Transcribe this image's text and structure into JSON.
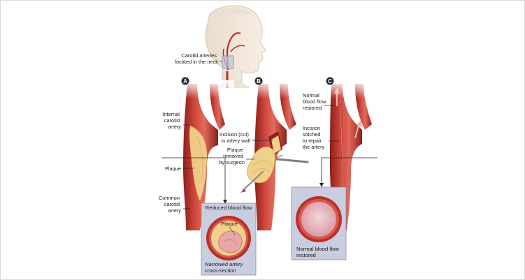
{
  "labels": {
    "carotid_location": [
      "Carotid arteries",
      "located in the neck"
    ],
    "internal_carotid": [
      "Internal",
      "carotid",
      "artery"
    ],
    "plaque": "Plaque",
    "common_carotid": [
      "Common",
      "carotid",
      "artery"
    ],
    "incision": [
      "Incision (cut)",
      "in artery wall"
    ],
    "plaque_removed": [
      "Plaque",
      "removed",
      "by surgeon"
    ],
    "normal_flow_restored": [
      "Normal",
      "blood flow",
      "restored"
    ],
    "incision_stitched": [
      "Incision",
      "stitched",
      "to repair",
      "the artery"
    ]
  },
  "badges": [
    "A",
    "B",
    "C"
  ],
  "panel_a": {
    "title": "Reduced blood flow",
    "inner_label": "Plaque",
    "caption": [
      "Narrowed artery",
      "cross-section"
    ]
  },
  "panel_c": {
    "caption": [
      "Normal blood flow",
      "restored"
    ]
  },
  "colors": {
    "artery": "#b8302a",
    "artery_light": "#d9574b",
    "plaque": "#f1d08a",
    "skin": "#f3e7d9",
    "panel_bg": "#c9cde0",
    "badge": "#2b2b2b"
  }
}
